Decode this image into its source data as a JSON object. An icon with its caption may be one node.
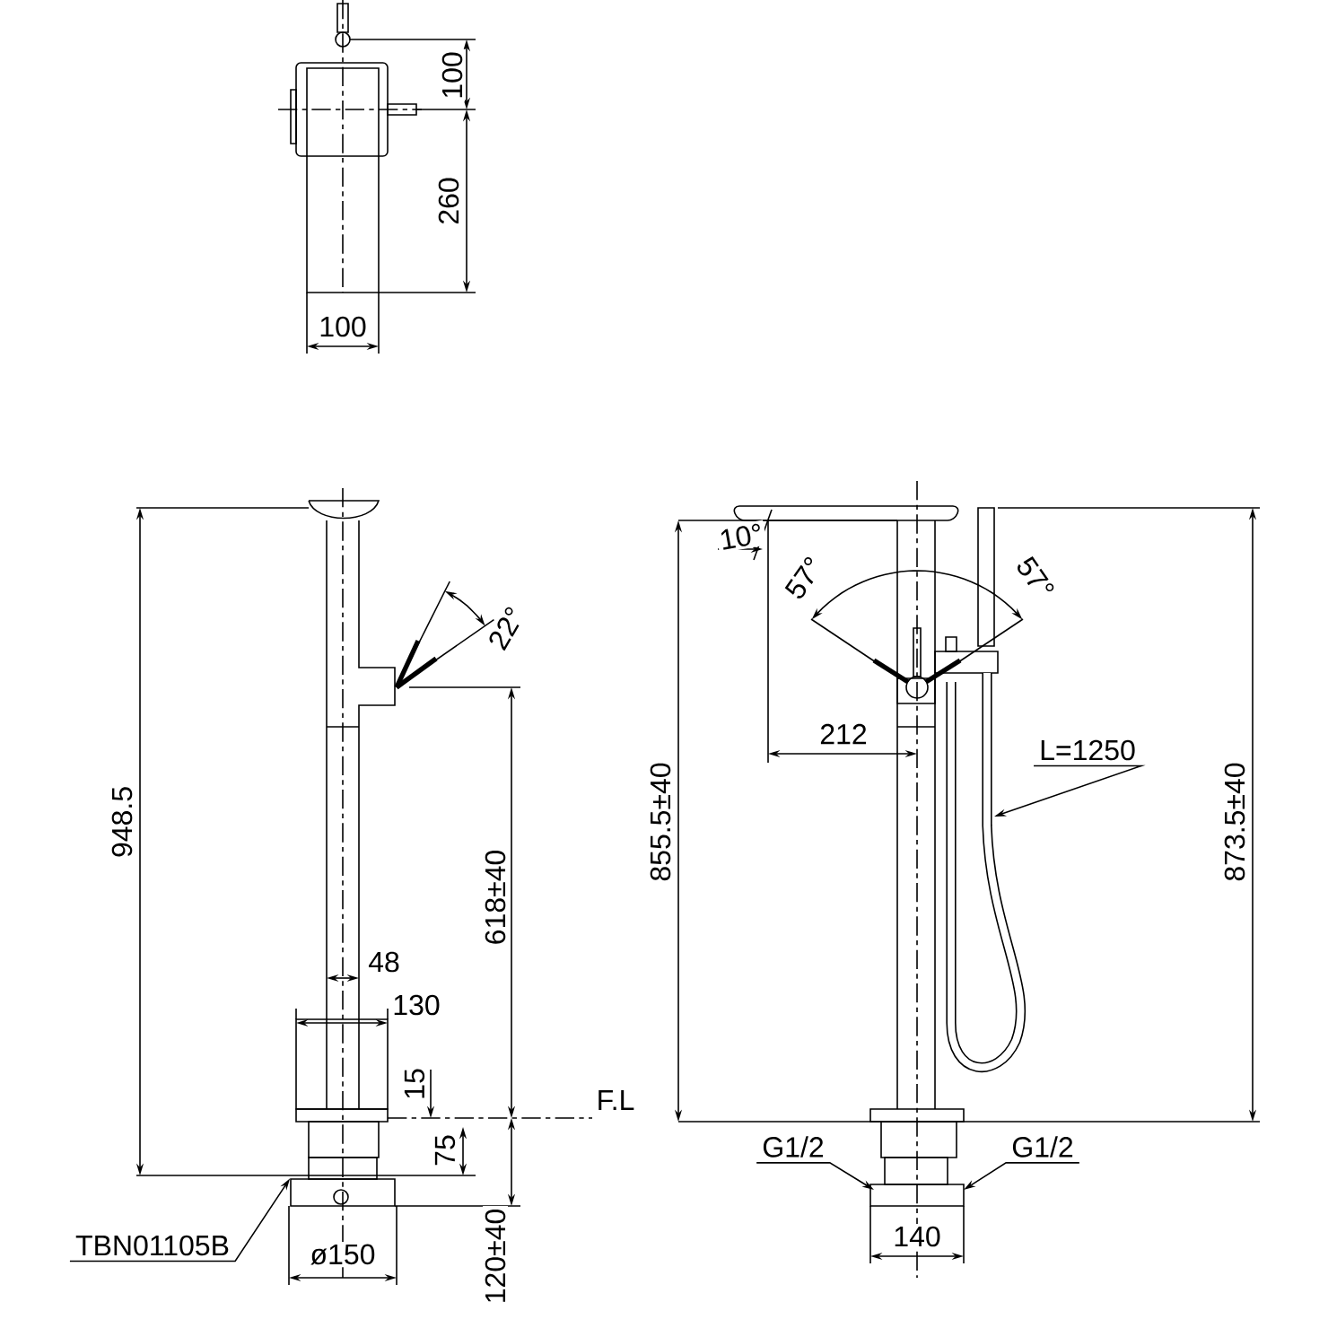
{
  "diagram": {
    "nodes": [
      {
        "text": [
          "L=1250"
        ]
      },
      {
        "text": [
          "G1/2"
        ]
      },
      {
        "text": [
          "G1/2"
        ]
      },
      {
        "text": [
          "TBN01105B"
        ]
      },
      {
        "text": [],
        "shape": "box"
      }
    ],
    "edges": [
      {
        "from": 0,
        "to": null,
        "arrow": "to"
      },
      {
        "from": 1,
        "to": null,
        "arrow": "to"
      },
      {
        "from": 2,
        "to": null,
        "arrow": "to"
      },
      {
        "from": 3,
        "to": 4,
        "arrow": "to"
      }
    ],
    "labels": [
      "100",
      "260",
      "100",
      "948.5",
      "22°",
      "618±40",
      "48",
      "130",
      "15",
      "F.L",
      "75",
      "120±40",
      "ø150",
      "10°",
      "57°",
      "57°",
      "212",
      "855.5±40",
      "873.5±40",
      "140"
    ]
  }
}
